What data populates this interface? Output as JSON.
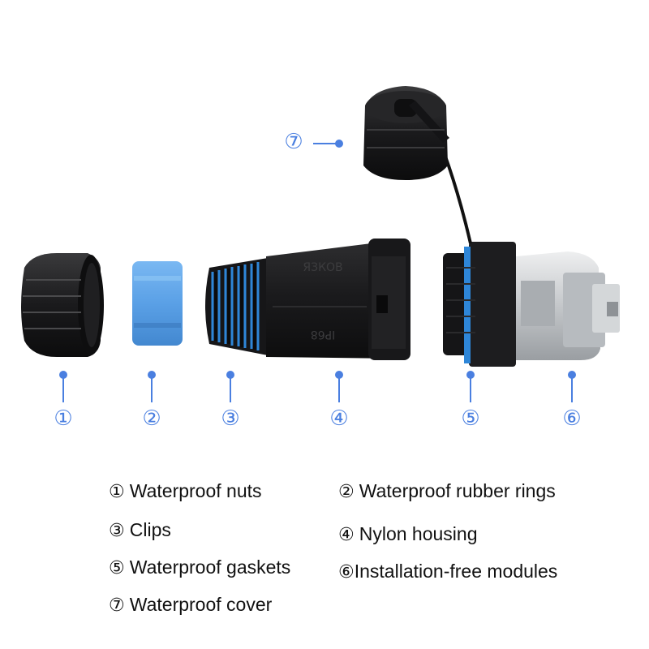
{
  "colors": {
    "callout": "#4a7fe0",
    "housing": "#1c1c1e",
    "ring": "#5aa0e6",
    "gasket_blue": "#2e86d8",
    "module_silver": "#c9ccce"
  },
  "markers": {
    "m1": "①",
    "m2": "②",
    "m3": "③",
    "m4": "④",
    "m5": "⑤",
    "m6": "⑥",
    "m7": "⑦"
  },
  "housing_marks": {
    "top": "ЯЗКОВ",
    "bottom": "IP68"
  },
  "legend": {
    "i1": {
      "num": "①",
      "text": "Waterproof nuts"
    },
    "i2": {
      "num": "②",
      "text": "Waterproof rubber rings"
    },
    "i3": {
      "num": "③",
      "text": "Clips"
    },
    "i4": {
      "num": "④",
      "text": "Nylon housing"
    },
    "i5": {
      "num": "⑤",
      "text": "Waterproof gaskets"
    },
    "i6": {
      "num": "⑥",
      "text": "Installation-free modules"
    },
    "i7": {
      "num": "⑦",
      "text": "Waterproof cover"
    }
  }
}
